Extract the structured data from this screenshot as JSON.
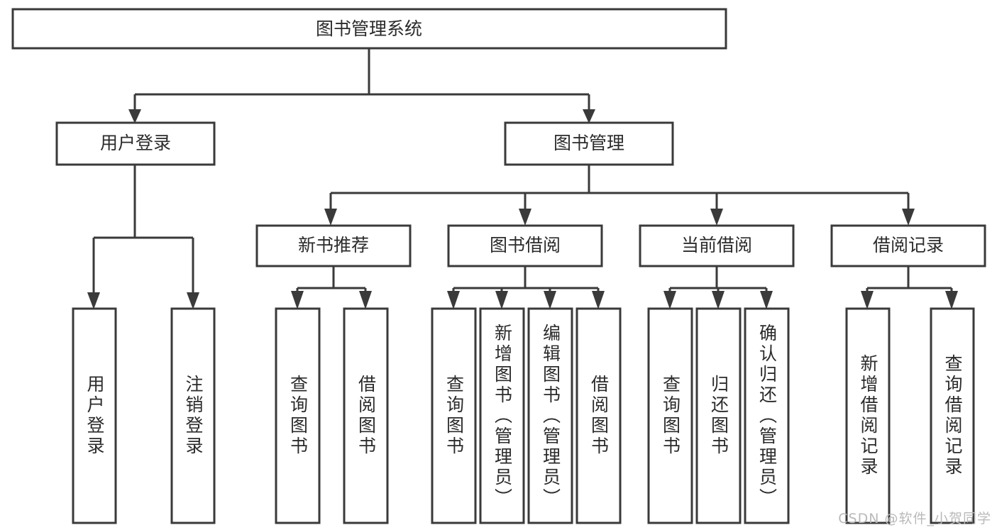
{
  "diagram": {
    "title": "图书管理系统",
    "type": "tree",
    "root": {
      "id": "root",
      "label": "图书管理系统",
      "orientation": "horizontal"
    },
    "level2": [
      {
        "id": "user-login",
        "label": "用户登录",
        "orientation": "horizontal"
      },
      {
        "id": "book-manage",
        "label": "图书管理",
        "orientation": "horizontal"
      }
    ],
    "level3": [
      {
        "id": "new-book-rec",
        "label": "新书推荐",
        "parent": "book-manage",
        "orientation": "horizontal"
      },
      {
        "id": "book-borrow",
        "label": "图书借阅",
        "parent": "book-manage",
        "orientation": "horizontal"
      },
      {
        "id": "current-borrow",
        "label": "当前借阅",
        "parent": "book-manage",
        "orientation": "horizontal"
      },
      {
        "id": "borrow-record",
        "label": "借阅记录",
        "parent": "book-manage",
        "orientation": "horizontal"
      }
    ],
    "leaves": [
      {
        "id": "leaf-user-login",
        "label": "用户登录",
        "parent": "user-login",
        "orientation": "vertical"
      },
      {
        "id": "leaf-user-logout",
        "label": "注销登录",
        "parent": "user-login",
        "orientation": "vertical"
      },
      {
        "id": "leaf-query-book-1",
        "label": "查询图书",
        "parent": "new-book-rec",
        "orientation": "vertical"
      },
      {
        "id": "leaf-borrow-book-1",
        "label": "借阅图书",
        "parent": "new-book-rec",
        "orientation": "vertical"
      },
      {
        "id": "leaf-query-book-2",
        "label": "查询图书",
        "parent": "book-borrow",
        "orientation": "vertical"
      },
      {
        "id": "leaf-add-book",
        "label": "新增图书（管理员）",
        "parent": "book-borrow",
        "orientation": "vertical"
      },
      {
        "id": "leaf-edit-book",
        "label": "编辑图书（管理员）",
        "parent": "book-borrow",
        "orientation": "vertical"
      },
      {
        "id": "leaf-borrow-book-2",
        "label": "借阅图书",
        "parent": "book-borrow",
        "orientation": "vertical"
      },
      {
        "id": "leaf-query-book-3",
        "label": "查询图书",
        "parent": "current-borrow",
        "orientation": "vertical"
      },
      {
        "id": "leaf-return-book",
        "label": "归还图书",
        "parent": "current-borrow",
        "orientation": "vertical"
      },
      {
        "id": "leaf-confirm-return",
        "label": "确认归还（管理员）",
        "parent": "current-borrow",
        "orientation": "vertical"
      },
      {
        "id": "leaf-add-record",
        "label": "新增借阅记录",
        "parent": "borrow-record",
        "orientation": "vertical"
      },
      {
        "id": "leaf-query-record",
        "label": "查询借阅记录",
        "parent": "borrow-record",
        "orientation": "vertical"
      }
    ],
    "colors": {
      "stroke": "#3a3a3a",
      "fill": "#ffffff",
      "text": "#2b2b2b",
      "background": "#ffffff",
      "watermark": "#b9b9b9"
    }
  },
  "watermark": {
    "text": "CSDN @软件_小贺同学"
  }
}
